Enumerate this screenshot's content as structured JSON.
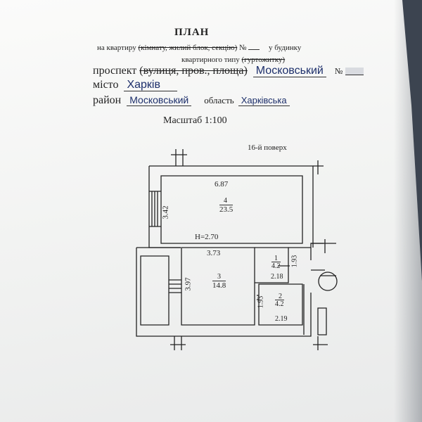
{
  "header": {
    "title": "ПЛАН",
    "line1_prefix": "на квартиру",
    "line1_struck": "(кімнату, жилий блок, секцію)",
    "line1_no": "№",
    "line1_suffix": "у будинку",
    "line2_prefix": "квартирного типу",
    "line2_struck": "(гуртожитку)"
  },
  "address": {
    "street_label": "проспект",
    "street_struck": "(вулиця, пров., площа)",
    "street_value": "Московський",
    "number_label": "№",
    "city_label": "місто",
    "city_value": "Харків",
    "district_label": "район",
    "district_value": "Московський",
    "region_label": "область",
    "region_value": "Харківська"
  },
  "scale": "Масштаб 1:100",
  "floor": "16-й поверх",
  "plan": {
    "ceiling_height": "H=2.70",
    "rooms": [
      {
        "id": "4",
        "area": "23.5",
        "width": "6.87",
        "depth": "3.42"
      },
      {
        "id": "3",
        "area": "14.8",
        "width": "3.73",
        "depth": "3.97"
      },
      {
        "id": "1",
        "area": "4.2",
        "width": "2.18",
        "depth": "1.93"
      },
      {
        "id": "2",
        "area": "4.2",
        "width": "2.19",
        "depth": "1.93"
      }
    ]
  }
}
